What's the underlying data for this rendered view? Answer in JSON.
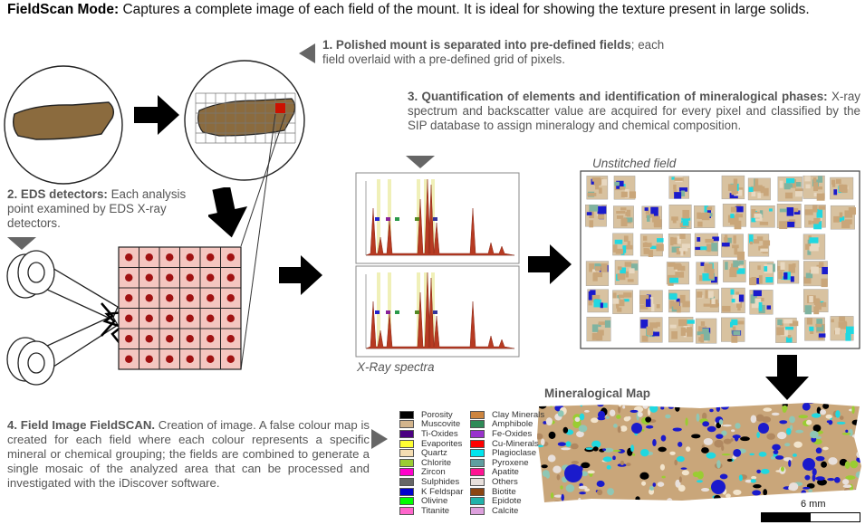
{
  "header": {
    "bold": "FieldScan Mode:",
    "text": " Captures a complete image of each field of the mount. It is ideal for showing the texture present in large solids."
  },
  "step1": {
    "bold": "1. Polished mount is separated into pre-defined fields",
    "text": "; each field overlaid with a pre-defined grid of pixels."
  },
  "step2": {
    "bold": "2. EDS detectors:",
    "text": " Each analysis point examined by EDS X-ray detectors."
  },
  "step3": {
    "bold": "3. Quantification of elements and identification of mineralogical phases:",
    "text": " X-ray spectrum and backscatter value are acquired for every pixel and classified by the SIP database to assign mineralogy and chemical composition."
  },
  "step4": {
    "bold": "4. Field Image FieldSCAN.",
    "text": " Creation of image. A false colour map is created for each field where each colour represents a specific mineral or chemical grouping; the fields are combined to generate a single mosaic of the analyzed area that can be processed and investigated with the iDiscover software."
  },
  "labels": {
    "xray_spectra": "X-Ray spectra",
    "unstitched": "Unstitched field",
    "mineral_map": "Mineralogical Map",
    "scale": "6 mm"
  },
  "legend": [
    {
      "name": "Porosity",
      "color": "#000000"
    },
    {
      "name": "Muscovite",
      "color": "#d2b48c"
    },
    {
      "name": "Ti-Oxides",
      "color": "#4b0082"
    },
    {
      "name": "Evaporites",
      "color": "#ffff33"
    },
    {
      "name": "Quartz",
      "color": "#f5deb3"
    },
    {
      "name": "Chlorite",
      "color": "#9acd32"
    },
    {
      "name": "Zircon",
      "color": "#ff00cc"
    },
    {
      "name": "Sulphides",
      "color": "#666666"
    },
    {
      "name": "K Feldspar",
      "color": "#0000cd"
    },
    {
      "name": "Olivine",
      "color": "#00ff00"
    },
    {
      "name": "Titanite",
      "color": "#ff66cc"
    },
    {
      "name": "Clay Minerals",
      "color": "#cd853f"
    },
    {
      "name": "Amphibole",
      "color": "#2e8b57"
    },
    {
      "name": "Fe-Oxides",
      "color": "#9932cc"
    },
    {
      "name": "Cu-Minerals",
      "color": "#ff0000"
    },
    {
      "name": "Plagioclase",
      "color": "#00e5ee"
    },
    {
      "name": "Pyroxene",
      "color": "#5f9ea0"
    },
    {
      "name": "Apatite",
      "color": "#ff1493"
    },
    {
      "name": "Others",
      "color": "#e8e0dc"
    },
    {
      "name": "Biotite",
      "color": "#8b4513"
    },
    {
      "name": "Epidote",
      "color": "#20b2aa"
    },
    {
      "name": "Calcite",
      "color": "#dda0dd"
    }
  ],
  "colors": {
    "sample": "#8b6b3e",
    "grid_fill": "#f4c6c0",
    "grid_dot": "#a01212",
    "arrow": "#000000",
    "marker": "#666666"
  }
}
